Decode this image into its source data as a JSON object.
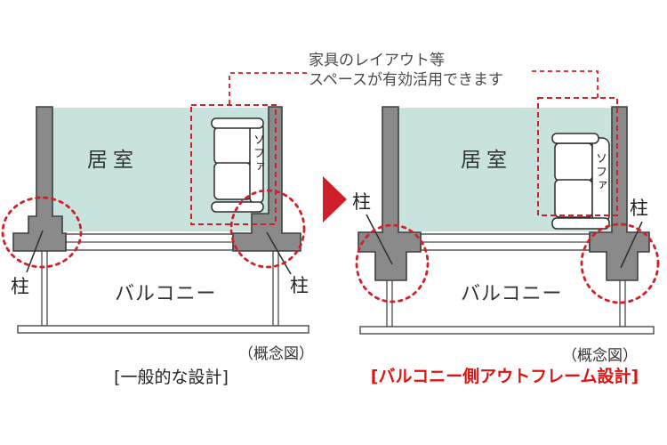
{
  "annotation": {
    "line1": "家具のレイアウト等",
    "line2": "スペースが有効活用できます"
  },
  "left_diagram": {
    "room": "居室",
    "balcony": "バルコニー",
    "sofa": "ソファ",
    "pillar_left": "柱",
    "pillar_right": "柱",
    "note": "（概念図）",
    "caption": "[一般的な設計]"
  },
  "right_diagram": {
    "room": "居室",
    "balcony": "バルコニー",
    "sofa": "ソファ",
    "pillar_left": "柱",
    "pillar_right": "柱",
    "note": "（概念図）",
    "caption": "[バルコニー側アウトフレーム設計]"
  },
  "colors": {
    "room_fill": "#c8e3de",
    "wall_fill": "#8a8a8a",
    "outline": "#3f3f3f",
    "annotation_red": "#d22027",
    "arrow_red": "#cf1f2b",
    "caption_red": "#dd1414",
    "text": "#3a3a3a"
  }
}
